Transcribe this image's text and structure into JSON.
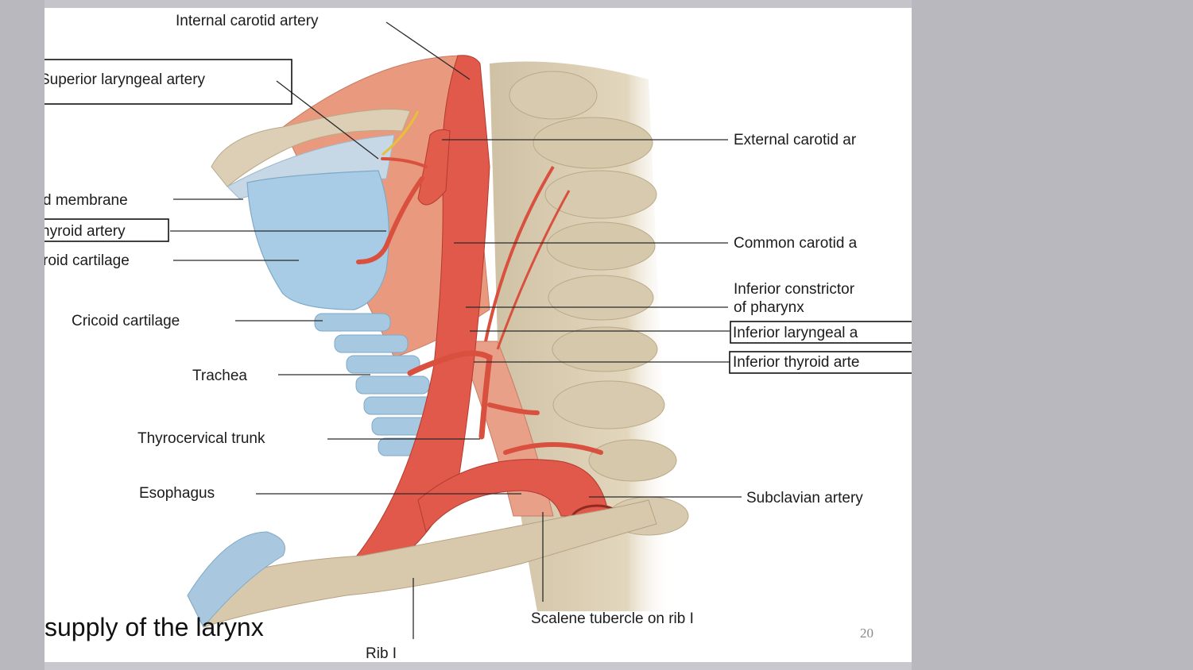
{
  "labels": {
    "internal_carotid": "Internal carotid artery",
    "superior_laryngeal": "Superior laryngeal artery",
    "external_carotid": "External carotid ar",
    "thyrohyoid_membrane": "d membrane",
    "superior_thyroid": "hyroid artery",
    "thyroid_cartilage": "roid cartilage",
    "common_carotid": "Common carotid a",
    "inferior_constrictor_line1": "Inferior constrictor",
    "inferior_constrictor_line2": "of pharynx",
    "cricoid": "Cricoid cartilage",
    "inferior_laryngeal": "Inferior laryngeal a",
    "trachea": "Trachea",
    "inferior_thyroid": "Inferior thyroid arte",
    "thyrocervical": "Thyrocervical trunk",
    "esophagus": "Esophagus",
    "subclavian": "Subclavian artery",
    "scalene_tubercle": "Scalene tubercle on rib I",
    "rib1": "Rib I"
  },
  "slide": {
    "title": "l supply of the larynx",
    "page_number": "20"
  },
  "colors": {
    "artery": "#e0594a",
    "muscle": "#e9967a",
    "bone": "#d9cbb0",
    "cartilage": "#a9cde6",
    "background": "#b8b8be"
  }
}
